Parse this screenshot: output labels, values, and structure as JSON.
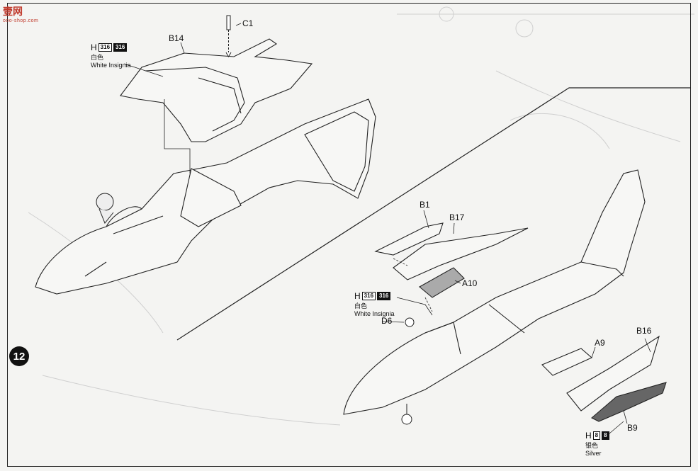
{
  "watermark": {
    "brand": "壹网",
    "url": "ooo-shop.com"
  },
  "step": {
    "number": "12"
  },
  "parts": {
    "c1": "C1",
    "b14": "B14",
    "b1": "B1",
    "b17": "B17",
    "a10": "A10",
    "d6": "D6",
    "a9": "A9",
    "b16": "B16",
    "b9": "B9"
  },
  "paint_callouts": [
    {
      "letter": "H",
      "code_a": "316",
      "code_b": "316",
      "cn": "白色",
      "en": "White Insignia"
    },
    {
      "letter": "H",
      "code_a": "316",
      "code_b": "316",
      "cn": "白色",
      "en": "White Insignia"
    },
    {
      "letter": "H",
      "code_a": "8",
      "code_b": "8",
      "cn": "银色",
      "en": "Silver"
    }
  ]
}
